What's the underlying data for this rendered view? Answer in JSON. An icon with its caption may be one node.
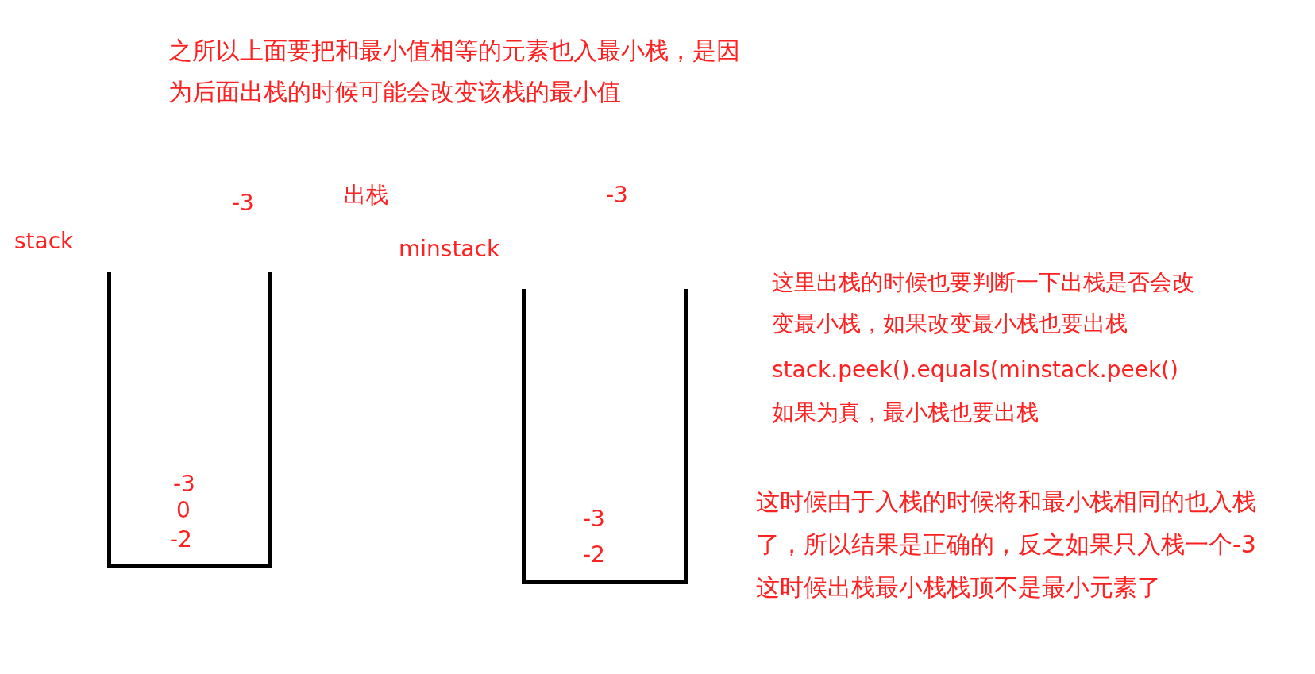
{
  "diagram": {
    "nodes": [
      {
        "text": [
          "-3",
          "0",
          "-2"
        ],
        "beside": [
          "stack"
        ]
      },
      {
        "text": [
          "-3",
          "-2"
        ],
        "beside": [
          "minstack"
        ]
      }
    ],
    "labels": [
      "之所以上面要把和最小值相等的元素也入最小栈，是因为后面出栈的时候可能会改变该栈的最小值",
      "-3",
      "出栈",
      "-3",
      "这里出栈的时候也要判断一下出栈是否会改变最小栈，如果改变最小栈也要出栈",
      "stack.peek().equals(minstack.peek()",
      "如果为真，最小栈也要出栈",
      "这时候由于入栈的时候将和最小栈相同的也入栈了，所以结果是正确的，反之如果只入栈一个-3这时候出栈最小栈栈顶不是最小元素了"
    ]
  }
}
